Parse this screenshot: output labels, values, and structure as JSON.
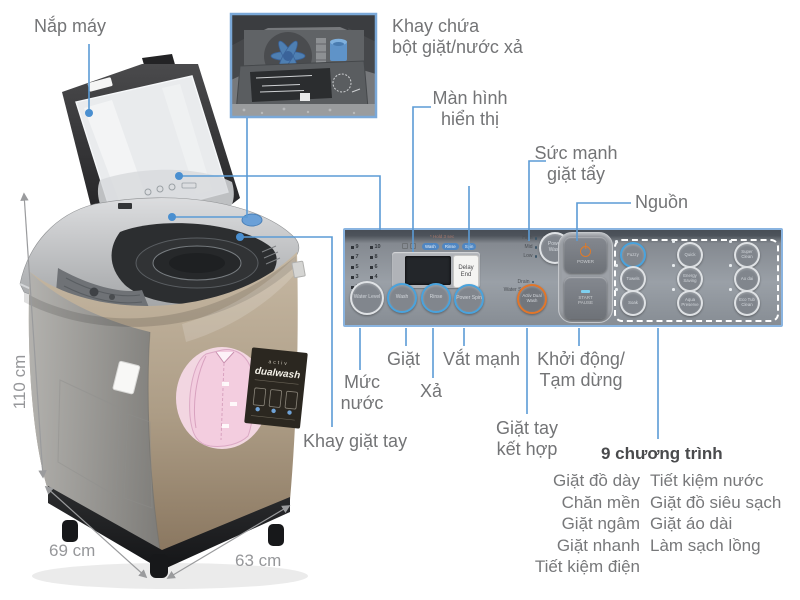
{
  "labels": {
    "lid": "Nắp máy",
    "detergent_tray": "Khay chứa\nbột giặt/nước xả",
    "display": "Màn hình\nhiển thị",
    "wash_power": "Sức mạnh\ngiặt tẩy",
    "power": "Nguồn",
    "water_level": "Mức\nnước",
    "wash": "Giặt",
    "rinse": "Xả",
    "strong_spin": "Vắt mạnh",
    "start_pause": "Khởi động/\nTạm dừng",
    "hand_wash_combo": "Giặt tay\nkết hợp",
    "hand_wash_tray": "Khay giặt tay",
    "programs_title": "9 chương trình"
  },
  "programs_list": {
    "left": [
      "Giặt đồ dày",
      "Chăn mền",
      "Giặt ngâm",
      "Giặt nhanh",
      "Tiết kiệm điện"
    ],
    "right": [
      "Tiết kiệm nước",
      "Giặt đồ siêu sạch",
      "Giặt áo dài",
      "Làm sạch lồng"
    ]
  },
  "dimensions": {
    "height": "110 cm",
    "depth": "69 cm",
    "width": "63 cm"
  },
  "panel": {
    "water_level_numbers": [
      "9",
      "10",
      "7",
      "8",
      "5",
      "6",
      "3",
      "4",
      "1",
      "2"
    ],
    "water_level_button": "Water Level",
    "hold_hint": "* Hold 3 sec",
    "status_pills": [
      "Wash",
      "Rinse",
      "Spin"
    ],
    "delay_end_button": "Delay\nEnd",
    "cycle_buttons": [
      "Wash",
      "Rinse",
      "Power Spin"
    ],
    "intensity_leds": [
      "High",
      "Mid",
      "Low"
    ],
    "power_wash_button": "Power Wash",
    "option_leds": [
      "Drain",
      "Water Save"
    ],
    "activ_button": "Activ Dual Wash",
    "power_key": "POWER",
    "start_key": "START\nPAUSE",
    "program_buttons": [
      "Fuzzy",
      "Quick",
      "Super Clean",
      "Towels",
      "Energy Saving",
      "Ao dai",
      "Soak",
      "Aqua Preserve",
      "Eco Tub Clean"
    ]
  },
  "machine_badge": {
    "line1": "activ",
    "line2": "dualwash"
  },
  "accent_colors": {
    "callout_blue": "#5b9bd5",
    "ring_blue": "#4aa3dd",
    "ring_orange": "#e2762a"
  }
}
